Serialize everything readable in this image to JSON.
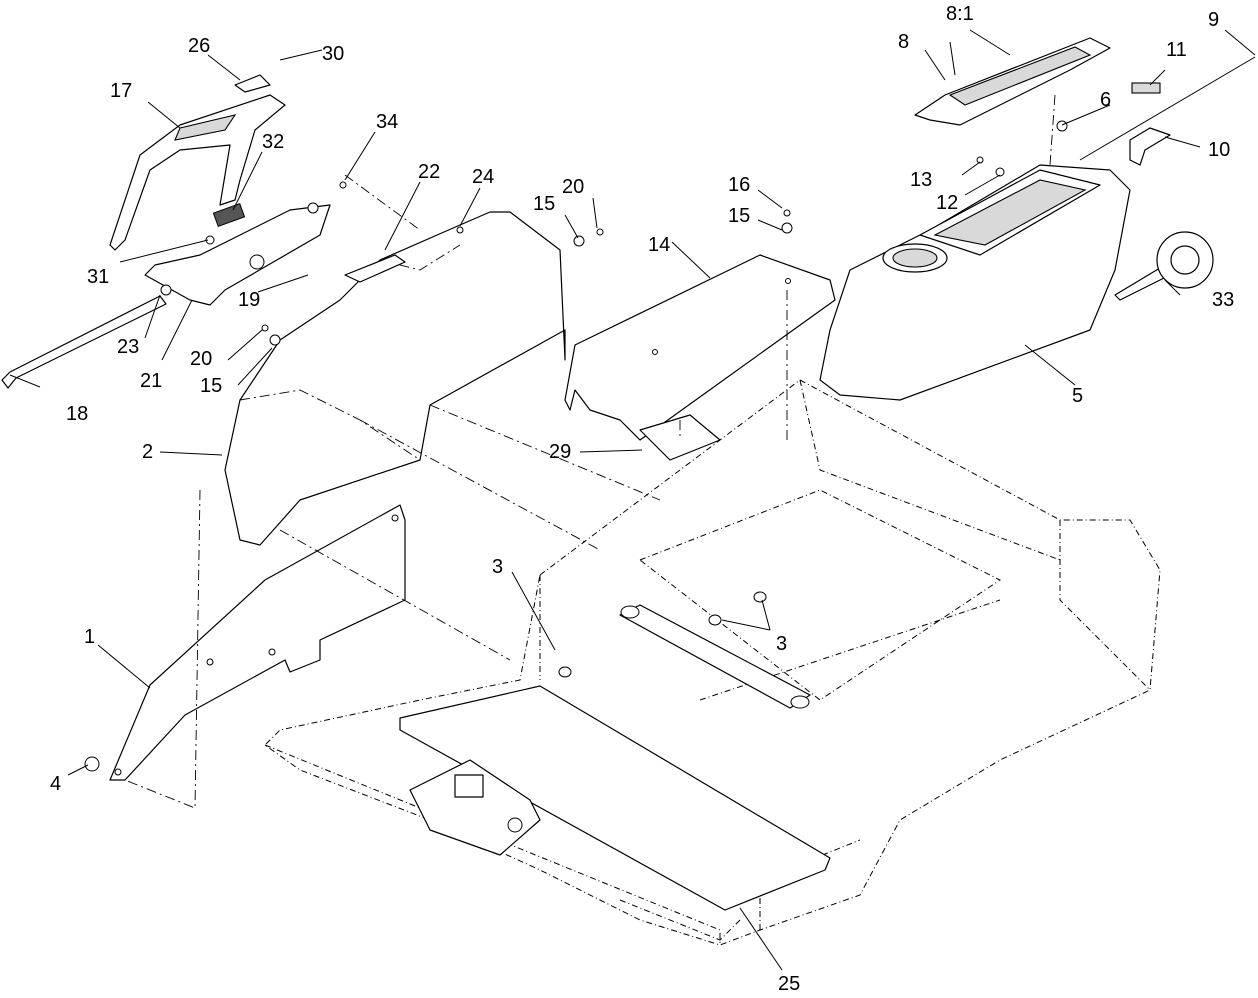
{
  "diagram": {
    "callouts": [
      {
        "id": "c1",
        "label": "1"
      },
      {
        "id": "c2",
        "label": "2"
      },
      {
        "id": "c3a",
        "label": "3"
      },
      {
        "id": "c3b",
        "label": "3"
      },
      {
        "id": "c4",
        "label": "4"
      },
      {
        "id": "c5",
        "label": "5"
      },
      {
        "id": "c6",
        "label": "6"
      },
      {
        "id": "c8",
        "label": "8"
      },
      {
        "id": "c8-1",
        "label": "8:1"
      },
      {
        "id": "c9",
        "label": "9"
      },
      {
        "id": "c10",
        "label": "10"
      },
      {
        "id": "c11",
        "label": "11"
      },
      {
        "id": "c12",
        "label": "12"
      },
      {
        "id": "c13",
        "label": "13"
      },
      {
        "id": "c14",
        "label": "14"
      },
      {
        "id": "c15a",
        "label": "15"
      },
      {
        "id": "c15b",
        "label": "15"
      },
      {
        "id": "c15c",
        "label": "15"
      },
      {
        "id": "c16",
        "label": "16"
      },
      {
        "id": "c17",
        "label": "17"
      },
      {
        "id": "c18",
        "label": "18"
      },
      {
        "id": "c19",
        "label": "19"
      },
      {
        "id": "c20a",
        "label": "20"
      },
      {
        "id": "c20b",
        "label": "20"
      },
      {
        "id": "c21",
        "label": "21"
      },
      {
        "id": "c22",
        "label": "22"
      },
      {
        "id": "c23",
        "label": "23"
      },
      {
        "id": "c24",
        "label": "24"
      },
      {
        "id": "c25",
        "label": "25"
      },
      {
        "id": "c26",
        "label": "26"
      },
      {
        "id": "c29",
        "label": "29"
      },
      {
        "id": "c30",
        "label": "30"
      },
      {
        "id": "c31",
        "label": "31"
      },
      {
        "id": "c32",
        "label": "32"
      },
      {
        "id": "c33",
        "label": "33"
      },
      {
        "id": "c34",
        "label": "34"
      }
    ]
  }
}
